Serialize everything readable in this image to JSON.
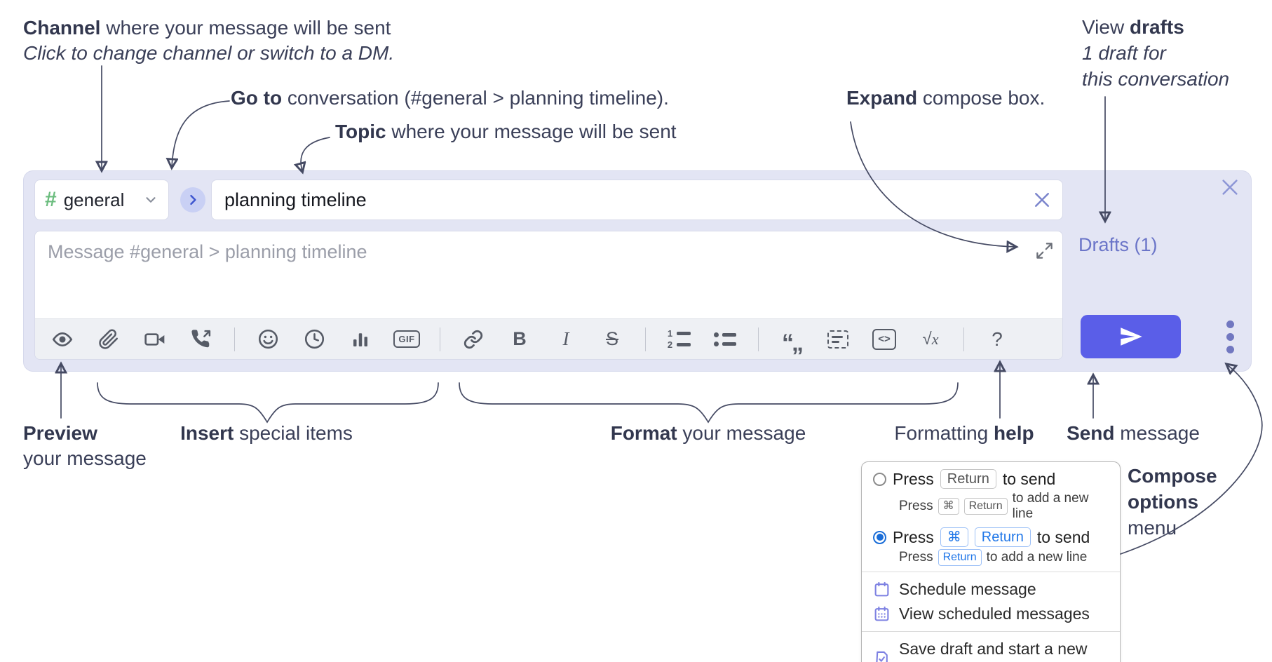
{
  "colors": {
    "compose_bg": "#e3e5f4",
    "send_button": "#5a5ee8",
    "drafts_link": "#6b75c8",
    "channel_hash_green": "#6abc7d",
    "radio_selected_blue": "#1b6ed8",
    "key_blue_text": "#1f76e8",
    "menu_icon_purple": "#7d81e2",
    "annotation_ink": "#3a3f58"
  },
  "annotations": {
    "channel_line1_bold": "Channel",
    "channel_line1_rest": " where your message will be sent",
    "channel_line2": "Click to change channel or switch to a DM.",
    "goto_bold": "Go to",
    "goto_rest": " conversation (#general > planning timeline).",
    "topic_bold": "Topic",
    "topic_rest": " where your message will be sent",
    "expand_bold": "Expand",
    "expand_rest": " compose box.",
    "drafts_line1_pre": "View ",
    "drafts_line1_bold": "drafts",
    "drafts_line2": "1 draft for",
    "drafts_line3": "this conversation",
    "preview_bold": "Preview",
    "preview_line2": "your message",
    "insert_bold": "Insert",
    "insert_rest": " special items",
    "format_bold": "Format",
    "format_rest": " your message",
    "help_pre": "Formatting ",
    "help_bold": "help",
    "send_bold": "Send",
    "send_rest": " message",
    "compose_line1": "Compose",
    "compose_line2": "options",
    "compose_line3": "menu"
  },
  "compose": {
    "channel": {
      "hash": "#",
      "name": "general"
    },
    "topic_value": "planning timeline",
    "message_placeholder": "Message #general > planning timeline",
    "drafts_link": "Drafts (1)",
    "toolbar_labels": {
      "gif": "GIF",
      "bold": "B",
      "italic": "I",
      "strike": "S",
      "num1": "1",
      "num2": "2",
      "quote": "“„",
      "code": "<>",
      "math_root": "√",
      "math_x": "x",
      "help": "?"
    },
    "toolbar_icons": [
      "preview-eye",
      "attach-paperclip",
      "video-call",
      "audio-call",
      "emoji",
      "time",
      "poll",
      "gif",
      "link",
      "bold",
      "italic",
      "strikethrough",
      "numbered-list",
      "bulleted-list",
      "quote",
      "spoiler",
      "code",
      "math",
      "help"
    ]
  },
  "popup": {
    "opt1": {
      "press": "Press",
      "key": "Return",
      "suffix": "to send",
      "sub_press": "Press",
      "sub_key1": "⌘",
      "sub_key2": "Return",
      "sub_suffix": "to add a new line"
    },
    "opt2": {
      "press": "Press",
      "key1": "⌘",
      "key2": "Return",
      "suffix": "to send",
      "sub_press": "Press",
      "sub_key": "Return",
      "sub_suffix": "to add a new line"
    },
    "item_schedule": "Schedule message",
    "item_view_scheduled": "View scheduled messages",
    "item_save_draft": "Save draft and start a new message"
  }
}
